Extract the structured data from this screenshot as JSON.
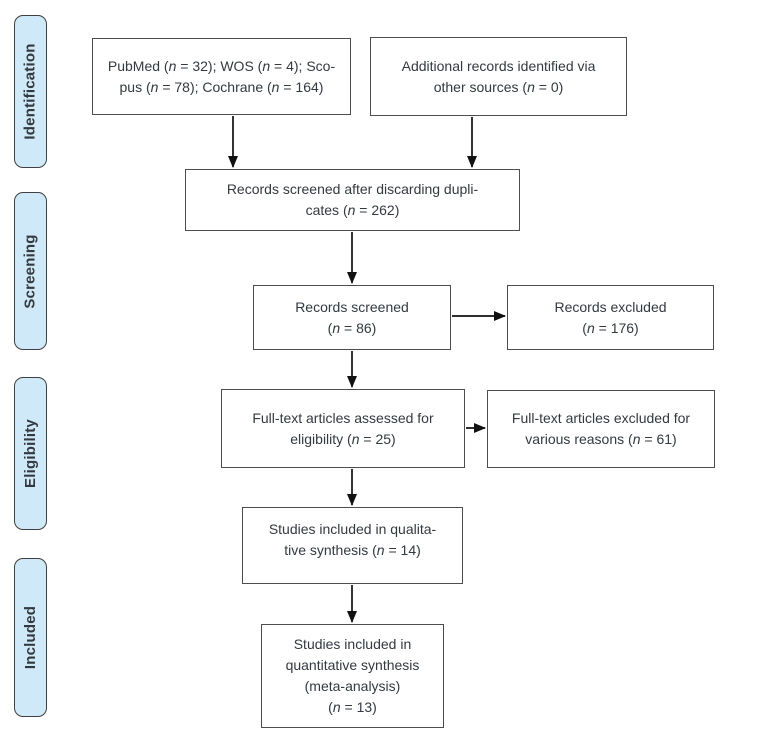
{
  "colors": {
    "stage_fill": "#cfe9f8",
    "stage_border": "#404040",
    "box_border": "#4d4d4d",
    "text": "#333940",
    "arrow": "#111111"
  },
  "stages": [
    {
      "id": "identification",
      "label": "Identification"
    },
    {
      "id": "screening",
      "label": "Screening"
    },
    {
      "id": "eligibility",
      "label": "Eligibility"
    },
    {
      "id": "included",
      "label": "Included"
    }
  ],
  "boxes": {
    "records_identified": "PubMed (n = 32); WOS (n = 4); Sco-\npus (n = 78); Cochrane (n = 164)",
    "additional_records": "Additional records identified via\nother sources (n = 0)",
    "after_duplicates": "Records screened after discarding dupli-\ncates (n = 262)",
    "records_screened": "Records screened\n(n = 86)",
    "records_excluded": "Records excluded\n(n = 176)",
    "fulltext_assessed": "Full-text articles assessed for\neligibility (n = 25)",
    "fulltext_excluded": "Full-text articles excluded for\nvarious reasons (n = 61)",
    "qualitative_synthesis": "Studies included in qualita-\ntive synthesis (n = 14)",
    "quantitative_synthesis": "Studies included in\nquantitative synthesis\n(meta-analysis)\n(n = 13)"
  }
}
